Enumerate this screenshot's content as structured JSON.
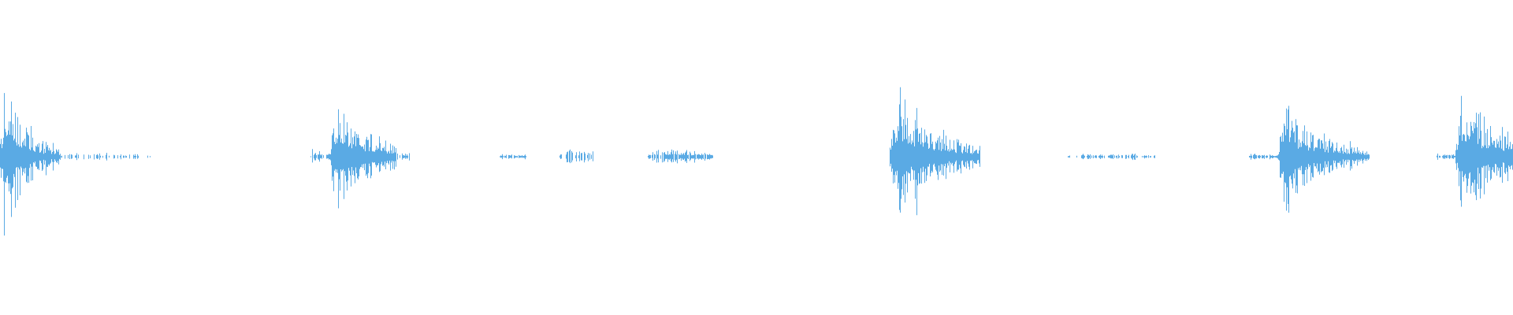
{
  "waveform": {
    "color": "#5aaae4",
    "background": "#ffffff",
    "segments": [
      {
        "start": 0.0,
        "end": 0.04,
        "peak": 0.62,
        "decay": 2.6,
        "density": 1.0
      },
      {
        "start": 0.04,
        "end": 0.1,
        "peak": 0.03,
        "decay": 0.5,
        "density": 0.35
      },
      {
        "start": 0.205,
        "end": 0.218,
        "peak": 0.04,
        "decay": 0.2,
        "density": 0.7
      },
      {
        "start": 0.218,
        "end": 0.262,
        "peak": 0.4,
        "decay": 1.6,
        "density": 1.0
      },
      {
        "start": 0.262,
        "end": 0.272,
        "peak": 0.03,
        "decay": 0.3,
        "density": 0.6
      },
      {
        "start": 0.33,
        "end": 0.348,
        "peak": 0.02,
        "decay": 0.2,
        "density": 0.8
      },
      {
        "start": 0.37,
        "end": 0.392,
        "peak": 0.05,
        "decay": 0.3,
        "density": 0.7
      },
      {
        "start": 0.428,
        "end": 0.472,
        "peak": 0.05,
        "decay": 0.3,
        "density": 0.9
      },
      {
        "start": 0.588,
        "end": 0.648,
        "peak": 0.52,
        "decay": 2.0,
        "density": 1.0
      },
      {
        "start": 0.705,
        "end": 0.765,
        "peak": 0.02,
        "decay": 0.2,
        "density": 0.5
      },
      {
        "start": 0.825,
        "end": 0.845,
        "peak": 0.02,
        "decay": 0.2,
        "density": 0.8
      },
      {
        "start": 0.845,
        "end": 0.905,
        "peak": 0.42,
        "decay": 2.2,
        "density": 1.0
      },
      {
        "start": 0.948,
        "end": 0.962,
        "peak": 0.02,
        "decay": 0.2,
        "density": 0.7
      },
      {
        "start": 0.962,
        "end": 1.0,
        "peak": 0.42,
        "decay": 1.0,
        "density": 1.0
      }
    ]
  }
}
